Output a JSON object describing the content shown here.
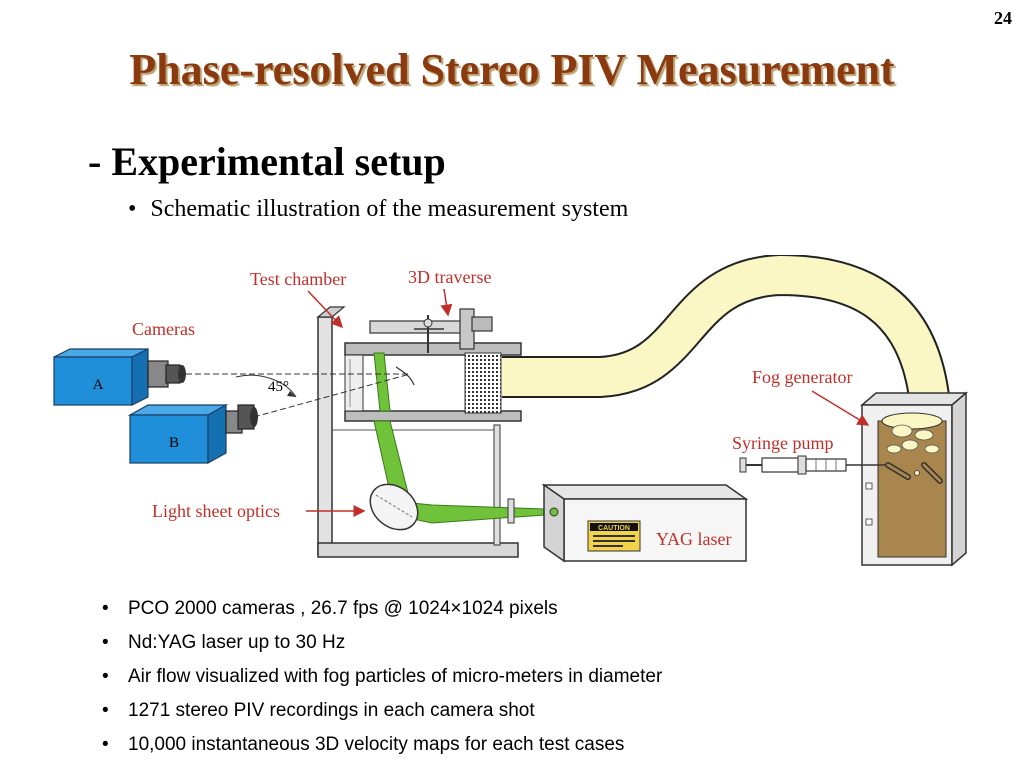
{
  "page": {
    "number": "24"
  },
  "header": {
    "title": "Phase-resolved Stereo PIV Measurement",
    "subtitle": "- Experimental setup",
    "sub_bullet": "Schematic illustration of the measurement system"
  },
  "diagram": {
    "labels": {
      "test_chamber": "Test chamber",
      "traverse": "3D traverse",
      "cameras": "Cameras",
      "camera_a": "A",
      "camera_b": "B",
      "angle": "45°",
      "fog_generator": "Fog generator",
      "syringe_pump": "Syringe pump",
      "light_sheet_optics": "Light sheet optics",
      "yag_laser": "YAG laser",
      "caution": "CAUTION"
    },
    "colors": {
      "camera_blue": "#1e8fd8",
      "laser_green": "#6fc23a",
      "tube_yellow": "#fbf7c4",
      "fog_brown": "#a8864e",
      "label_red": "#c0302a"
    }
  },
  "bullets": [
    "PCO 2000 cameras , 26.7 fps @ 1024×1024 pixels",
    "Nd:YAG laser up to 30 Hz",
    "Air flow visualized with fog particles of micro-meters in diameter",
    "1271 stereo PIV recordings in each camera shot",
    "10,000 instantaneous 3D velocity maps for each test cases"
  ]
}
